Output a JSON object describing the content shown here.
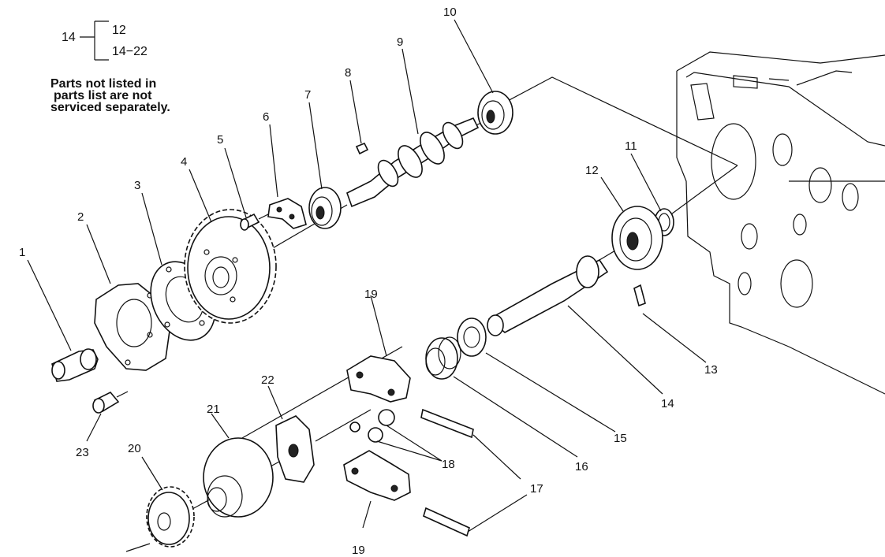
{
  "key_legend": {
    "parent": "14",
    "children": [
      "12",
      "14−22"
    ]
  },
  "note": {
    "lines": [
      "Parts not listed in",
      "parts list are not",
      "serviced separately."
    ]
  },
  "callouts": [
    {
      "id": "c1",
      "label": "1"
    },
    {
      "id": "c2",
      "label": "2"
    },
    {
      "id": "c3",
      "label": "3"
    },
    {
      "id": "c4",
      "label": "4"
    },
    {
      "id": "c5",
      "label": "5"
    },
    {
      "id": "c6",
      "label": "6"
    },
    {
      "id": "c7",
      "label": "7"
    },
    {
      "id": "c8",
      "label": "8"
    },
    {
      "id": "c9",
      "label": "9"
    },
    {
      "id": "c10",
      "label": "10"
    },
    {
      "id": "c11",
      "label": "11"
    },
    {
      "id": "c12",
      "label": "12"
    },
    {
      "id": "c13",
      "label": "13"
    },
    {
      "id": "c14",
      "label": "14"
    },
    {
      "id": "c15",
      "label": "15"
    },
    {
      "id": "c16",
      "label": "16"
    },
    {
      "id": "c17",
      "label": "17"
    },
    {
      "id": "c18",
      "label": "18"
    },
    {
      "id": "c19a",
      "label": "19"
    },
    {
      "id": "c19b",
      "label": "19"
    },
    {
      "id": "c20",
      "label": "20"
    },
    {
      "id": "c21",
      "label": "21"
    },
    {
      "id": "c22",
      "label": "22"
    },
    {
      "id": "c23",
      "label": "23"
    }
  ]
}
